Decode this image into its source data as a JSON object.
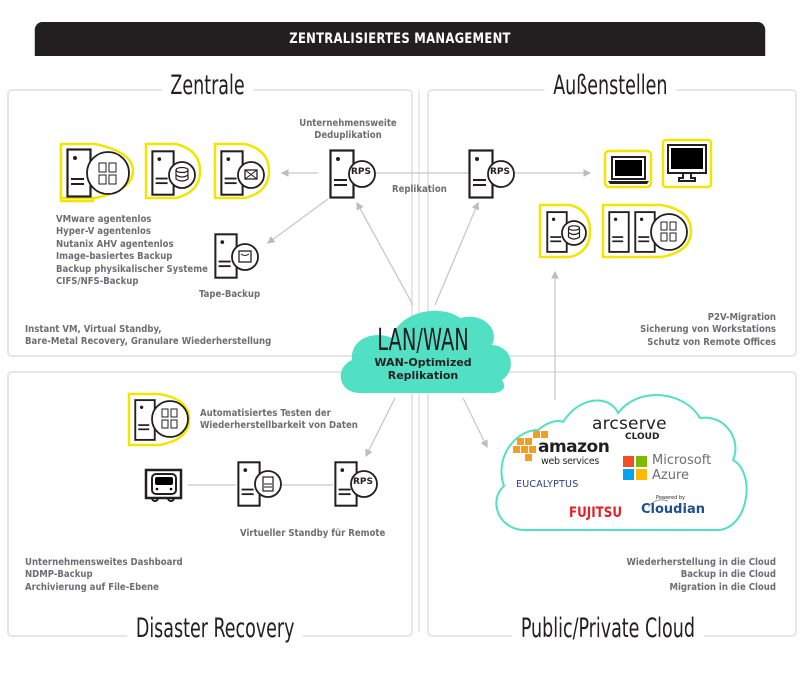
{
  "header": {
    "title": "ZENTRALISIERTES MANAGEMENT"
  },
  "colors": {
    "highlight_yellow": "#f2e600",
    "cloud_teal": "#52e0c4",
    "dark": "#231f20",
    "text_gray": "#6d6e71",
    "line_gray": "#c8c8c8"
  },
  "panels": {
    "zentrale": {
      "title": "Zentrale",
      "dedup_label": [
        "Unternehmensweite",
        "Deduplikation"
      ],
      "features": [
        "VMware agentenlos",
        "Hyper-V agentenlos",
        "Nutanix AHV agentenlos",
        "Image-basiertes Backup",
        "Backup physikalischer Systeme",
        "CIFS/NFS-Backup"
      ],
      "tape_label": "Tape-Backup",
      "bottom_notes": [
        "Instant VM, Virtual Standby,",
        "Bare-Metal Recovery, Granulare Wiederherstellung"
      ]
    },
    "aussenstellen": {
      "title": "Außenstellen",
      "bottom_notes": [
        "P2V-Migration",
        "Sicherung von Workstations",
        "Schutz von Remote Offices"
      ]
    },
    "disaster_recovery": {
      "title": "Disaster Recovery",
      "test_label": [
        "Automatisiertes Testen der",
        "Wiederherstellbarkeit von Daten"
      ],
      "standby_label": "Virtueller Standby für Remote",
      "bottom_notes": [
        "Unternehmensweites Dashboard",
        "NDMP-Backup",
        "Archivierung auf File-Ebene"
      ]
    },
    "cloud": {
      "title": "Public/Private Cloud",
      "bottom_notes": [
        "Wiederherstellung in die Cloud",
        "Backup in die Cloud",
        "Migration in die Cloud"
      ],
      "providers": {
        "arcserve": "arcserve",
        "arcserve_sub": "CLOUD",
        "amazon": "amazon",
        "amazon_sub": "web services",
        "microsoft": "Microsoft",
        "azure": "Azure",
        "eucalyptus": "EUCALYPTUS",
        "fujitsu": "FUJITSU",
        "cloudian_pre": "Powered by",
        "cloudian": "Cloudian"
      }
    }
  },
  "center": {
    "title": "LAN/WAN",
    "subtitle_1": "WAN-Optimized",
    "subtitle_2": "Replikation"
  },
  "replication_label": "Replikation",
  "rps_label": "RPS"
}
